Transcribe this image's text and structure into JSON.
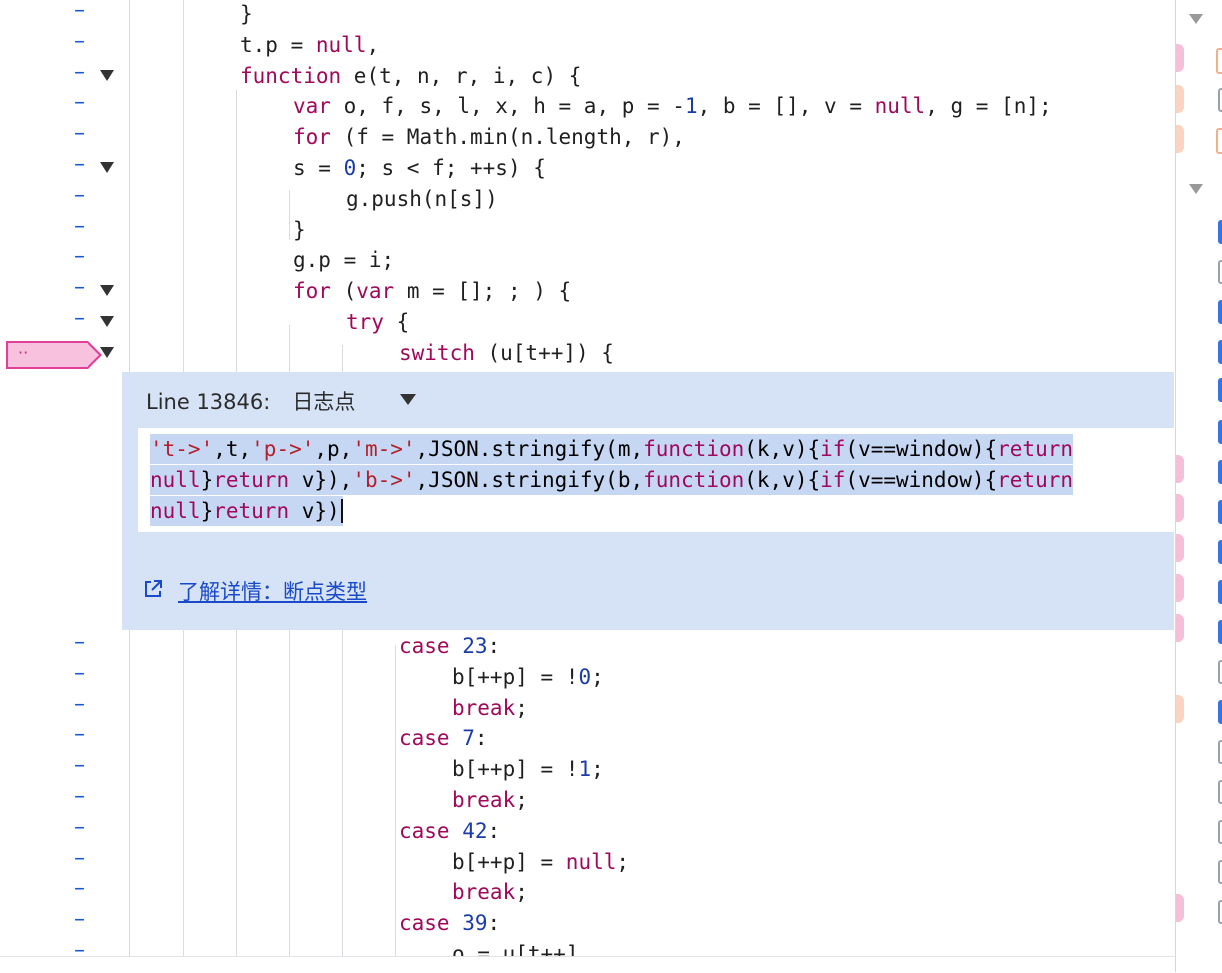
{
  "code_lines": [
    {
      "indent": 240,
      "fold": false,
      "html_key": "l0"
    },
    {
      "indent": 240,
      "fold": false,
      "html_key": "l1"
    },
    {
      "indent": 240,
      "fold": true,
      "html_key": "l2"
    },
    {
      "indent": 293,
      "fold": false,
      "html_key": "l3"
    },
    {
      "indent": 293,
      "fold": false,
      "html_key": "l4"
    },
    {
      "indent": 293,
      "fold": true,
      "html_key": "l5"
    },
    {
      "indent": 346,
      "fold": false,
      "html_key": "l6"
    },
    {
      "indent": 293,
      "fold": false,
      "html_key": "l7"
    },
    {
      "indent": 293,
      "fold": false,
      "html_key": "l8"
    },
    {
      "indent": 293,
      "fold": true,
      "html_key": "l9"
    },
    {
      "indent": 346,
      "fold": true,
      "html_key": "l10"
    },
    {
      "indent": 399,
      "fold": true,
      "html_key": "l11"
    }
  ],
  "code_lines_after": [
    {
      "indent": 399,
      "html_key": "a0"
    },
    {
      "indent": 452,
      "html_key": "a1"
    },
    {
      "indent": 452,
      "html_key": "a2"
    },
    {
      "indent": 399,
      "html_key": "a3"
    },
    {
      "indent": 452,
      "html_key": "a4"
    },
    {
      "indent": 452,
      "html_key": "a5"
    },
    {
      "indent": 399,
      "html_key": "a6"
    },
    {
      "indent": 452,
      "html_key": "a7"
    },
    {
      "indent": 452,
      "html_key": "a8"
    },
    {
      "indent": 399,
      "html_key": "a9"
    },
    {
      "indent": 452,
      "html_key": "a10"
    }
  ],
  "text": {
    "l0": "}",
    "l1": "t.p = null,",
    "l2": "function e(t, n, r, i, c) {",
    "l3": "var o, f, s, l, x, h = a, p = -1, b = [], v = null, g = [n];",
    "l4": "for (f = Math.min(n.length, r),",
    "l5": "s = 0; s < f; ++s) {",
    "l6": "g.push(n[s])",
    "l7": "}",
    "l8": "g.p = i;",
    "l9": "for (var m = []; ; ) {",
    "l10": "try {",
    "l11": "switch (u[t++]) {",
    "a0": "case 23:",
    "a1": "b[++p] = !0;",
    "a2": "break;",
    "a3": "case 7:",
    "a4": "b[++p] = !1;",
    "a5": "break;",
    "a6": "case 42:",
    "a7": "b[++p] = null;",
    "a8": "break;",
    "a9": "case 39:",
    "a10": "o = u[t++]"
  },
  "gutter_dash": "–",
  "logpoint": {
    "marker_dots": "··",
    "line_label": "Line 13846:",
    "type": "日志点",
    "expression_lines": [
      "'t->',t,'p->',p,'m->',JSON.stringify(m,function(k,v){if(v==window){return",
      "null}return v}),'b->',JSON.stringify(b,function(k,v){if(v==window){return",
      "null}return v})"
    ],
    "learn_more": "了解详情：断点类型"
  },
  "colors": {
    "popup_bg": "#d6e2f5",
    "keyword": "#a0085a",
    "string": "#b3202b",
    "number": "#1a3ba8",
    "link": "#1a4ac8",
    "logpoint_pink": "#f8c2df"
  }
}
